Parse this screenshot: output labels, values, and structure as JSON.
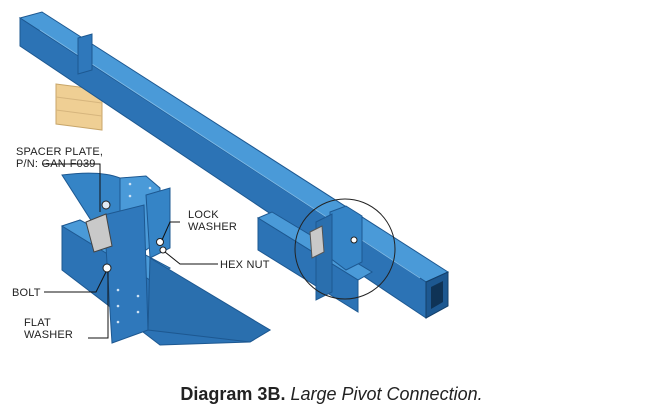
{
  "diagram": {
    "callouts": {
      "spacer_plate_line1": "SPACER PLATE,",
      "spacer_plate_line2": "P/N: GAN-F039",
      "lock_washer_line1": "LOCK",
      "lock_washer_line2": "WASHER",
      "hex_nut": "HEX NUT",
      "bolt": "BOLT",
      "flat_washer_line1": "FLAT",
      "flat_washer_line2": "WASHER"
    },
    "colors": {
      "beam_top": "#4a9ad8",
      "beam_side": "#2c73b5",
      "beam_dark": "#1d5891",
      "wood_block": "#efcf94",
      "spacer_plate": "#c9c9c9"
    }
  },
  "caption": {
    "label": "Diagram 3B.",
    "text": "Large Pivot Connection."
  }
}
